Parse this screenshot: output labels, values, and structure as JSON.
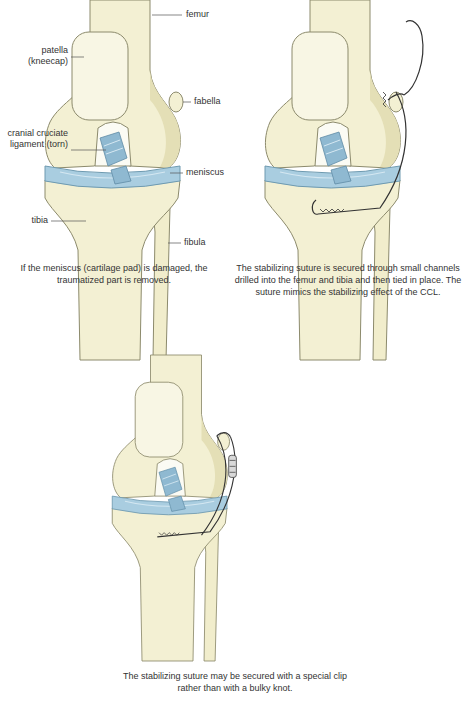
{
  "diagram": {
    "labels": [
      "femur",
      "patella (kneecap)",
      "fabella",
      "cranial cruciate ligament (torn)",
      "meniscus",
      "tibia",
      "fibula",
      "If the meniscus (cartilage pad) is damaged, the traumatized part is removed.",
      "The stabilizing suture is secured through small channels drilled into the femur and tibia and then tied in place. The suture mimics the stabilizing effect of the CCL.",
      "The stabilizing suture may be secured with a special clip rather than with a bulky knot."
    ]
  }
}
